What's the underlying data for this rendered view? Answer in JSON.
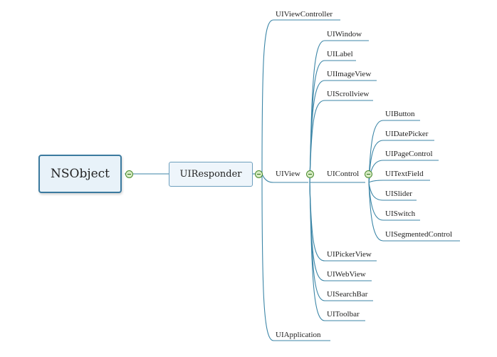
{
  "diagram": {
    "root": "NSObject",
    "responder": "UIResponder",
    "view_controller": "UIViewController",
    "application": "UIApplication",
    "view": "UIView",
    "view_children": [
      "UIWindow",
      "UILabel",
      "UIImageView",
      "UIScrollview",
      "UIControl",
      "UIPickerView",
      "UIWebView",
      "UISearchBar",
      "UIToolbar"
    ],
    "control_children": [
      "UIButton",
      "UIDatePicker",
      "UIPageControl",
      "UITextField",
      "UISlider",
      "UISwitch",
      "UISegmentedControl"
    ]
  },
  "colors": {
    "connector": "#3c86a7",
    "root_border": "#3b7a9f",
    "root_fill": "#e8f2f9",
    "toggle_fill": "#d7ecc3",
    "toggle_border": "#4b8b2e"
  }
}
